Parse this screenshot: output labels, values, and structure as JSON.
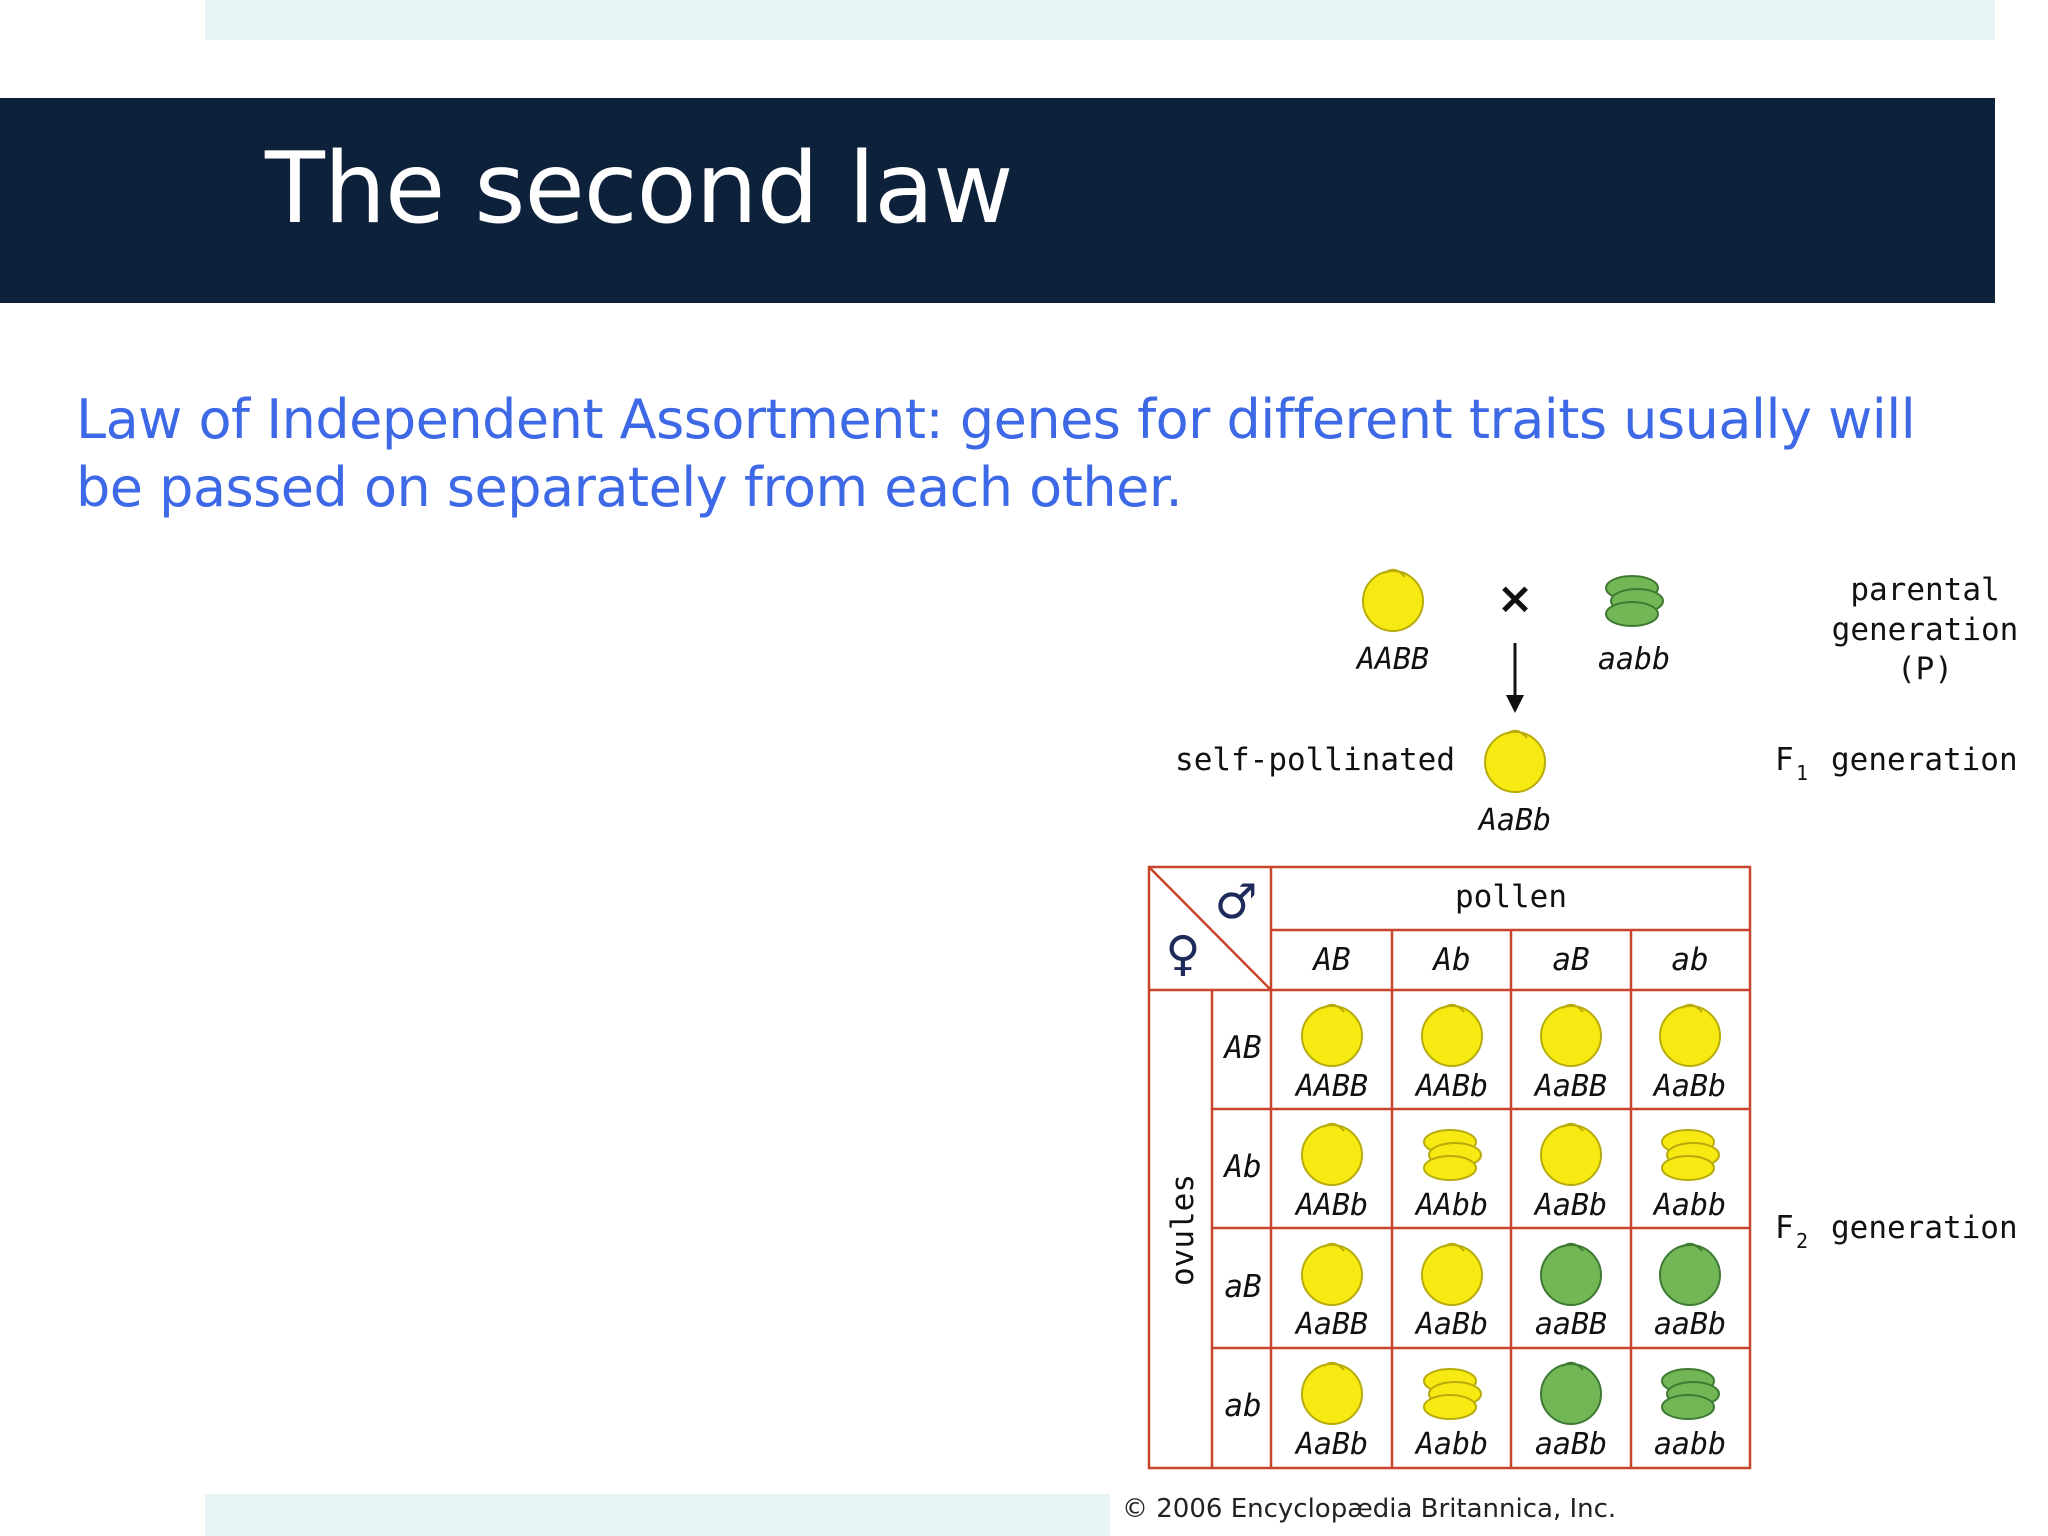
{
  "slide": {
    "title": "The second law",
    "body": "Law of Independent Assortment: genes for different traits usually will be passed on separately from each other."
  },
  "colors": {
    "title_bar": "#0e213b",
    "body_text": "#3d68e6",
    "grid_border": "#c8442a",
    "yellow_pea": "#f7ea12",
    "green_pea": "#72b656"
  },
  "figure": {
    "parents": [
      {
        "genotype": "AABB",
        "pea": "yellow-round"
      },
      {
        "genotype": "aabb",
        "pea": "green-wrinkled"
      }
    ],
    "cross_symbol": "×",
    "generation_labels": {
      "parental": [
        "parental",
        "generation",
        "(P)"
      ],
      "f1": "generation",
      "f2": "generation"
    },
    "self_pollinated": "self-pollinated",
    "f1_genotype": "AaBb",
    "male_symbol": "♂",
    "female_symbol": "♀",
    "pollen_label": "pollen",
    "ovules_label": "ovules",
    "alleles_pollen": [
      "AB",
      "Ab",
      "aB",
      "ab"
    ],
    "alleles_ovules": [
      "AB",
      "Ab",
      "aB",
      "ab"
    ],
    "punnett": [
      [
        {
          "g": "AABB",
          "pea": "yellow-round"
        },
        {
          "g": "AABb",
          "pea": "yellow-round"
        },
        {
          "g": "AaBB",
          "pea": "yellow-round"
        },
        {
          "g": "AaBb",
          "pea": "yellow-round"
        }
      ],
      [
        {
          "g": "AABb",
          "pea": "yellow-round"
        },
        {
          "g": "AAbb",
          "pea": "yellow-wrinkled"
        },
        {
          "g": "AaBb",
          "pea": "yellow-round"
        },
        {
          "g": "Aabb",
          "pea": "yellow-wrinkled"
        }
      ],
      [
        {
          "g": "AaBB",
          "pea": "yellow-round"
        },
        {
          "g": "AaBb",
          "pea": "yellow-round"
        },
        {
          "g": "aaBB",
          "pea": "green-round"
        },
        {
          "g": "aaBb",
          "pea": "green-round"
        }
      ],
      [
        {
          "g": "AaBb",
          "pea": "yellow-round"
        },
        {
          "g": "Aabb",
          "pea": "yellow-wrinkled"
        },
        {
          "g": "aaBb",
          "pea": "green-round"
        },
        {
          "g": "aabb",
          "pea": "green-wrinkled"
        }
      ]
    ],
    "copyright": "© 2006 Encyclopædia Britannica, Inc."
  }
}
